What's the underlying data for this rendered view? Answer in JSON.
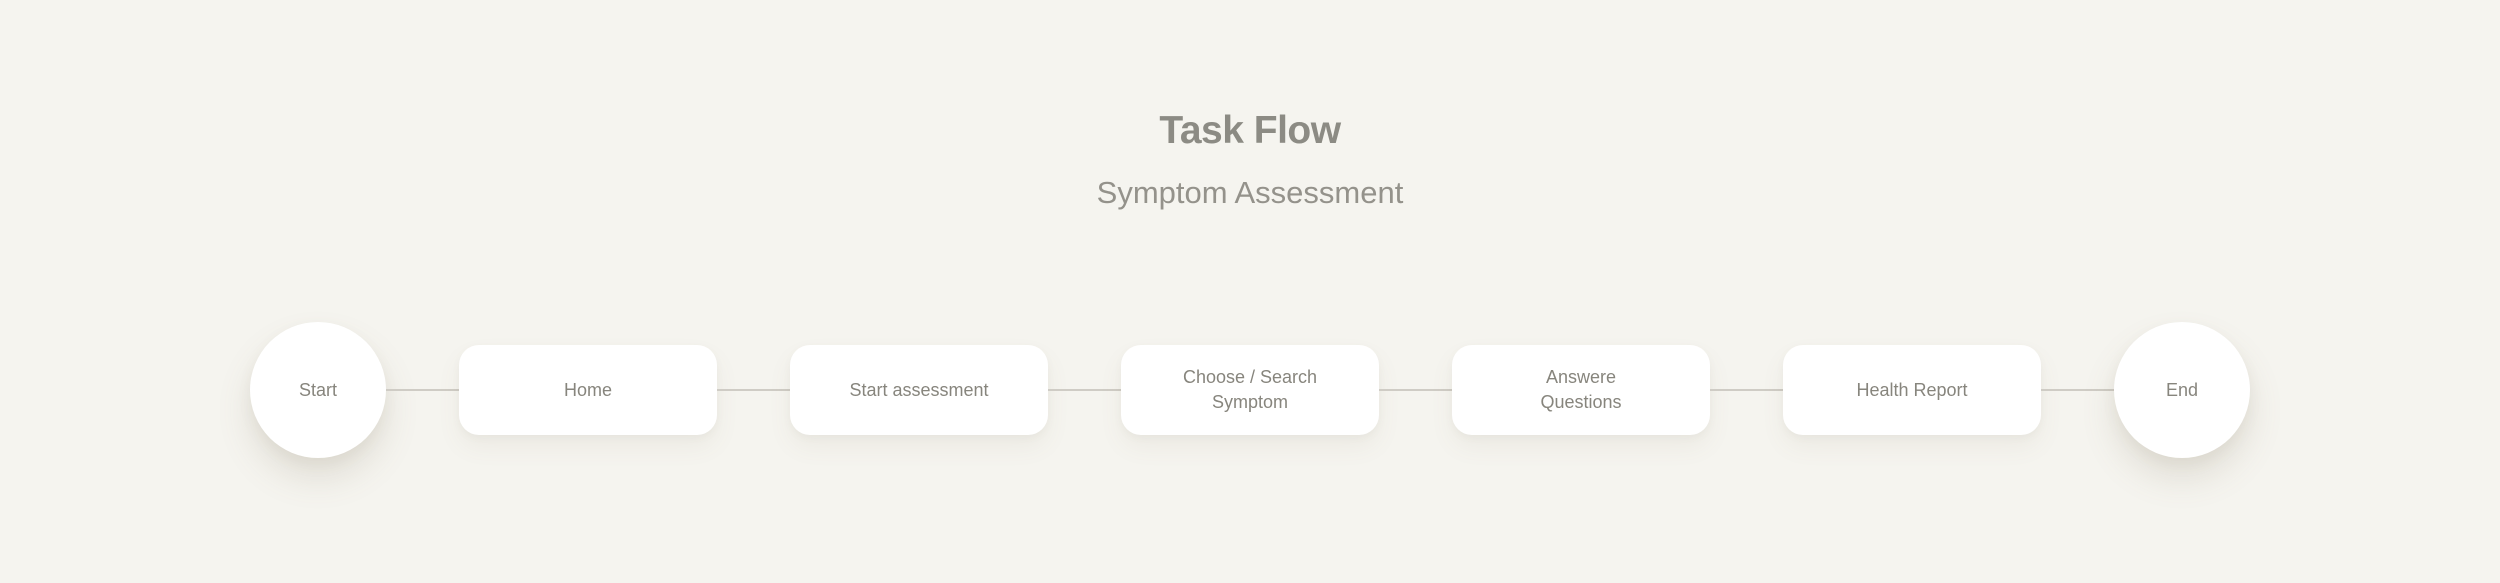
{
  "page": {
    "background_color": "#f5f4ef"
  },
  "header": {
    "title": "Task Flow",
    "subtitle": "Symptom Assessment",
    "title_color": "#8c8b84",
    "subtitle_color": "#94928b"
  },
  "flow": {
    "node_fill_color": "#ffffff",
    "node_text_color": "#87857d",
    "connector_color": "#cfccc5",
    "nodes": [
      {
        "shape": "circle",
        "label": "Start"
      },
      {
        "shape": "rect",
        "label": "Home"
      },
      {
        "shape": "rect",
        "label": "Start assessment"
      },
      {
        "shape": "rect",
        "label": "Choose / Search\nSymptom"
      },
      {
        "shape": "rect",
        "label": "Answere\nQuestions"
      },
      {
        "shape": "rect",
        "label": "Health Report"
      },
      {
        "shape": "circle",
        "label": "End"
      }
    ]
  }
}
